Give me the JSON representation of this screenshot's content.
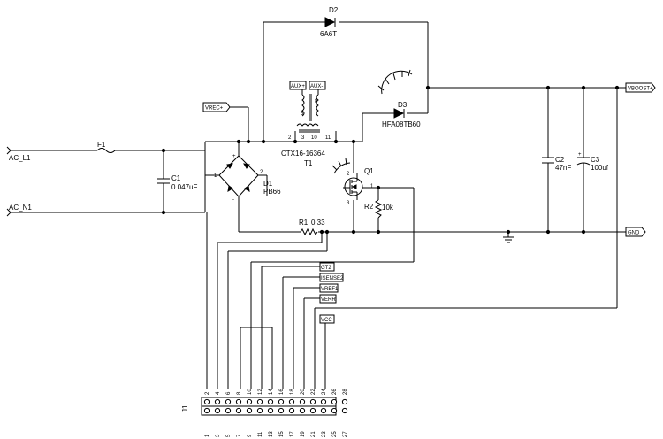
{
  "components": {
    "d2": {
      "ref": "D2",
      "value": "6A6T"
    },
    "d3": {
      "ref": "D3",
      "value": "HFA08TB60"
    },
    "t1": {
      "ref": "T1",
      "value": "CTX16-16364"
    },
    "d1": {
      "ref": "D1",
      "value": "PB66"
    },
    "f1": {
      "ref": "F1"
    },
    "c1": {
      "ref": "C1",
      "value": "0.047uF"
    },
    "c2": {
      "ref": "C2",
      "value": "47nF"
    },
    "c3": {
      "ref": "C3",
      "value": "100uf"
    },
    "q1": {
      "ref": "Q1"
    },
    "r1": {
      "ref": "R1",
      "value": "0.33"
    },
    "r2": {
      "ref": "R2",
      "value": "10k"
    },
    "j1": {
      "ref": "J1"
    }
  },
  "nets": {
    "ac_l1": "AC_L1",
    "ac_n1": "AC_N1",
    "vrec": "VREC+",
    "vboost": "VBOOST+",
    "gnd": "GND",
    "aux_plus": "AUX+",
    "aux_minus": "AUX-",
    "gt2": "GT2",
    "isense2": "ISENSE2",
    "vref1": "VREF1",
    "verr": "VERR",
    "vcc": "VCC"
  },
  "pins": {
    "t1": [
      "5",
      "8",
      "2",
      "3",
      "10",
      "11"
    ],
    "q1": [
      "2",
      "1",
      "3"
    ],
    "d1": [
      "+",
      "1",
      "2",
      "-"
    ]
  },
  "connector": {
    "top_pins": [
      "2",
      "4",
      "6",
      "8",
      "10",
      "12",
      "14",
      "16",
      "18",
      "20",
      "22",
      "24",
      "26",
      "28"
    ],
    "bottom_pins": [
      "1",
      "3",
      "5",
      "7",
      "9",
      "11",
      "13",
      "15",
      "17",
      "19",
      "21",
      "23",
      "25",
      "27"
    ]
  }
}
